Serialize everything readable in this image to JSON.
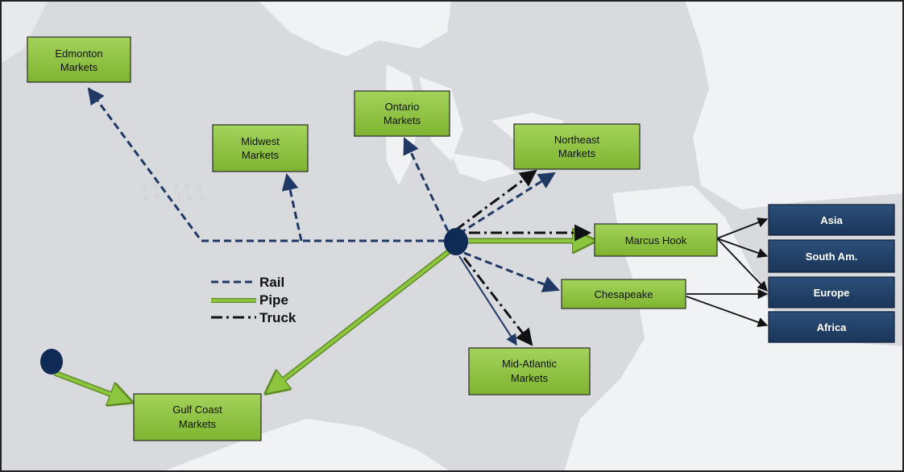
{
  "map": {
    "region_label_line1": "U N I T E D",
    "region_label_line2": "S T A T E S"
  },
  "nodes": {
    "edmonton": {
      "line1": "Edmonton",
      "line2": "Markets"
    },
    "midwest": {
      "line1": "Midwest",
      "line2": "Markets"
    },
    "ontario": {
      "line1": "Ontario",
      "line2": "Markets"
    },
    "northeast": {
      "line1": "Northeast",
      "line2": "Markets"
    },
    "marcus_hook": {
      "line1": "Marcus Hook"
    },
    "chesapeake": {
      "line1": "Chesapeake"
    },
    "mid_atlantic": {
      "line1": "Mid-Atlantic",
      "line2": "Markets"
    },
    "gulf_coast": {
      "line1": "Gulf Coast",
      "line2": "Markets"
    }
  },
  "destinations": {
    "asia": "Asia",
    "south_am": "South Am.",
    "europe": "Europe",
    "africa": "Africa"
  },
  "legend": {
    "rail": "Rail",
    "pipe": "Pipe",
    "truck": "Truck"
  },
  "colors": {
    "rail": "#1f3864",
    "pipe": "#8cc63f",
    "truck": "#111111",
    "node_fill": "#8cc63f",
    "destination_fill": "#1f3f66",
    "hub": "#0f2a55"
  }
}
